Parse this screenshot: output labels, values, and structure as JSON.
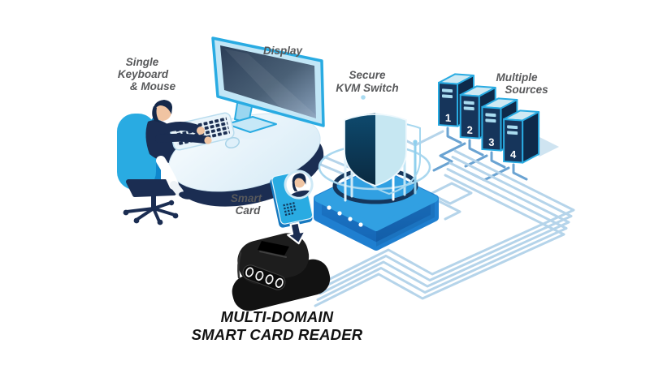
{
  "diagram": {
    "labels": {
      "keyboard_mouse": [
        "Single",
        "Keyboard",
        "& Mouse"
      ],
      "display": "Display",
      "kvm": [
        "Secure",
        "KVM Switch"
      ],
      "sources": [
        "Multiple",
        "Sources"
      ],
      "smart_card": [
        "Smart",
        "Card"
      ]
    },
    "title_lines": [
      "MULTI-DOMAIN",
      "SMART CARD READER"
    ],
    "server_numbers": [
      "1",
      "2",
      "3",
      "4"
    ]
  },
  "colors": {
    "accent_cyan": "#29abe2",
    "navy": "#1b2d52",
    "kvm_blue": "#1f7fd0",
    "kvm_top": "#31a0e2",
    "server_navy": "#16355b",
    "server_top": "#cfe9f3",
    "trace_light": "#b5d4ea",
    "trace_medium": "#6aa3d2",
    "label_gray": "#58595b",
    "title_black": "#121212",
    "reader_black": "#171717",
    "shield_dark": "#0d3a57",
    "shield_light": "#c6e7f2",
    "skin": "#f0c4a2"
  }
}
